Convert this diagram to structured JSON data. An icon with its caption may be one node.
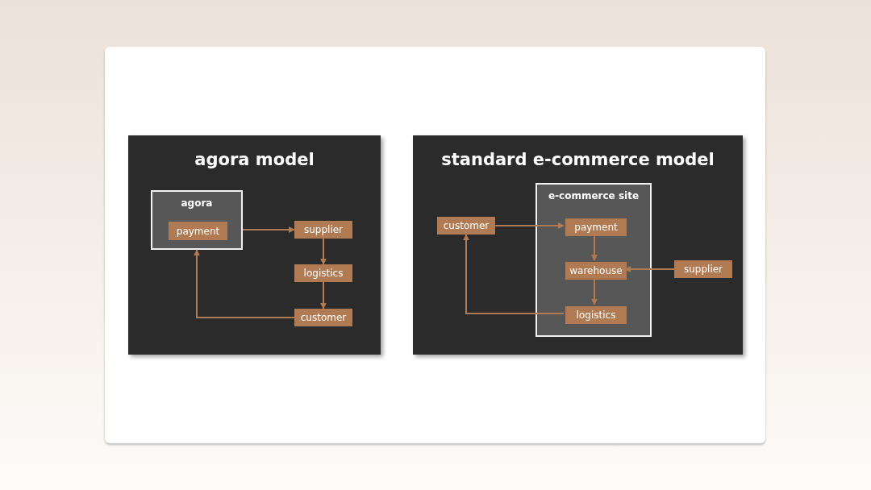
{
  "diagram": {
    "nodes": [
      {
        "text": [
          "agora model"
        ]
      },
      {
        "text": [
          "agora"
        ],
        "in": 0
      },
      {
        "text": [
          "payment"
        ],
        "in": 1
      },
      {
        "text": [
          "supplier"
        ],
        "in": 0
      },
      {
        "text": [
          "logistics"
        ],
        "in": 0
      },
      {
        "text": [
          "customer"
        ],
        "in": 0
      },
      {
        "text": [
          "standard e-commerce model"
        ]
      },
      {
        "text": [
          "customer"
        ],
        "in": 6
      },
      {
        "text": [
          "e-commerce site"
        ],
        "in": 6
      },
      {
        "text": [
          "payment"
        ],
        "in": 8
      },
      {
        "text": [
          "warehouse"
        ],
        "in": 8
      },
      {
        "text": [
          "logistics"
        ],
        "in": 8
      },
      {
        "text": [
          "supplier"
        ],
        "in": 6
      }
    ],
    "edges": [
      {
        "from": 1,
        "to": 3,
        "arrow": "to"
      },
      {
        "from": 3,
        "to": 4,
        "arrow": "to"
      },
      {
        "from": 4,
        "to": 5,
        "arrow": "to"
      },
      {
        "from": 5,
        "to": 1,
        "arrow": "to"
      },
      {
        "from": 7,
        "to": 9,
        "arrow": "to"
      },
      {
        "from": 9,
        "to": 10,
        "arrow": "to"
      },
      {
        "from": 10,
        "to": 11,
        "arrow": "to"
      },
      {
        "from": 11,
        "to": 7,
        "arrow": "to"
      },
      {
        "from": 12,
        "to": 10,
        "arrow": "to"
      }
    ]
  }
}
